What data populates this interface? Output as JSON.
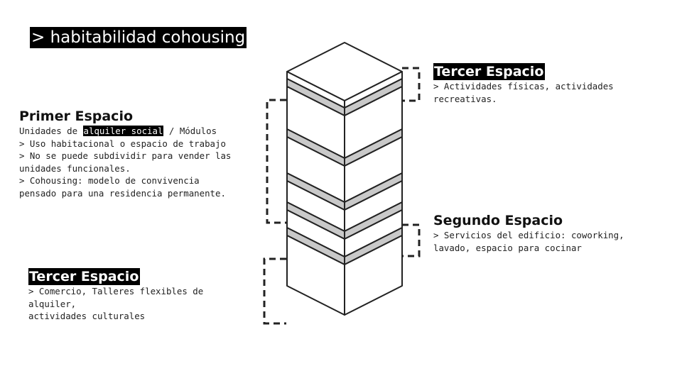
{
  "title": "> habitabilidad cohousing",
  "primer": {
    "heading": "Primer Espacio",
    "line1_pre": "Unidades de ",
    "line1_highlight": "alquiler social",
    "line1_post": " / Módulos",
    "line2": "> Uso habitacional o espacio de trabajo",
    "line3": "> No se puede subdividir para vender las",
    "line4": "unidades funcionales.",
    "line5": "> Cohousing: modelo de convivencia",
    "line6": "pensado para una residencia permanente."
  },
  "tercer_top": {
    "heading": "Tercer Espacio",
    "line1": "> Actividades físicas, actividades",
    "line2": "recreativas."
  },
  "segundo": {
    "heading": "Segundo Espacio",
    "line1": "> Servicios del edificio: coworking,",
    "line2": "lavado, espacio para cocinar"
  },
  "tercer_bottom": {
    "heading": "Tercer Espacio",
    "line1": "> Comercio, Talleres flexibles de alquiler,",
    "line2": "actividades culturales"
  },
  "colors": {
    "module_fill": "#ffffff",
    "slab_fill": "#c9c9c9",
    "stroke": "#222222",
    "highlight_bg": "#000000"
  }
}
